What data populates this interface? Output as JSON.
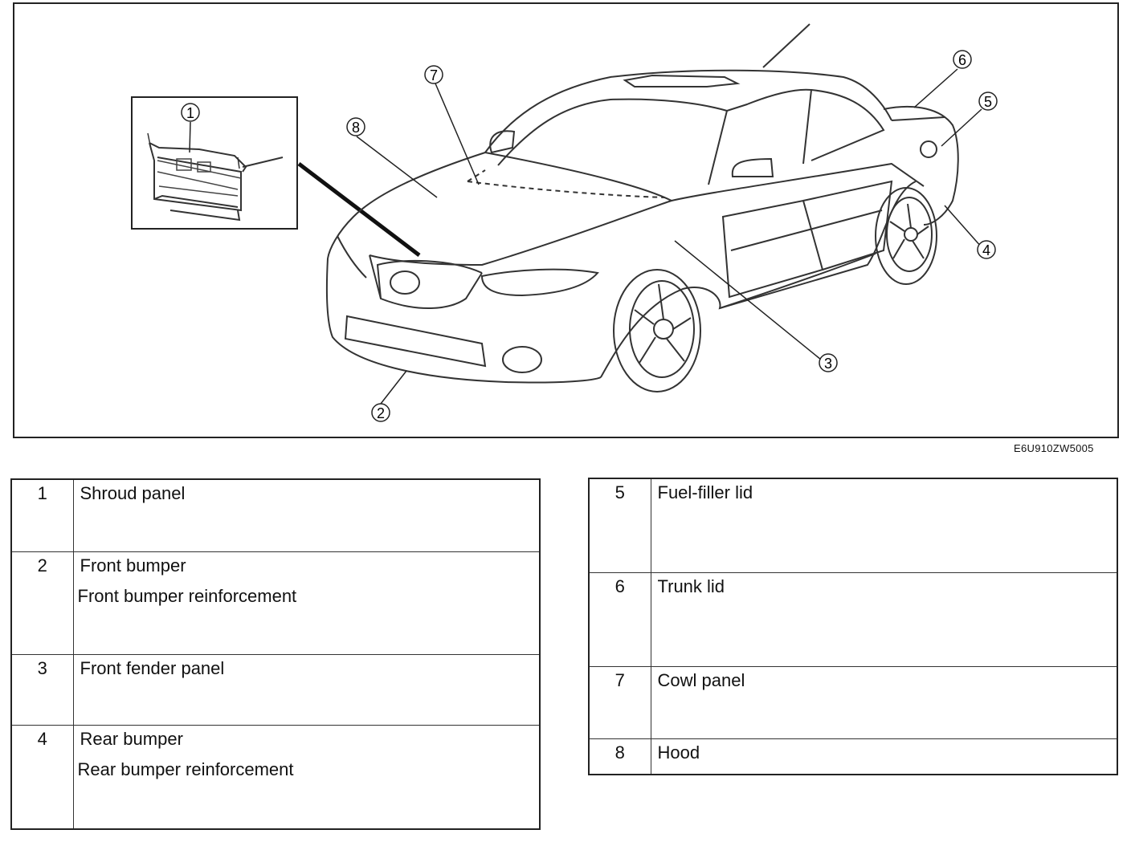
{
  "figure_code": "E6U910ZW5005",
  "callouts": [
    "1",
    "2",
    "3",
    "4",
    "5",
    "6",
    "7",
    "8"
  ],
  "left_table": [
    {
      "num": "1",
      "lines": [
        "Shroud panel"
      ]
    },
    {
      "num": "2",
      "lines": [
        "Front bumper",
        "Front bumper reinforcement"
      ]
    },
    {
      "num": "3",
      "lines": [
        "Front fender panel"
      ]
    },
    {
      "num": "4",
      "lines": [
        "Rear bumper",
        "Rear bumper reinforcement"
      ]
    }
  ],
  "right_table": [
    {
      "num": "5",
      "lines": [
        "Fuel-filler lid"
      ]
    },
    {
      "num": "6",
      "lines": [
        "Trunk lid"
      ]
    },
    {
      "num": "7",
      "lines": [
        "Cowl panel"
      ]
    },
    {
      "num": "8",
      "lines": [
        "Hood"
      ]
    }
  ]
}
